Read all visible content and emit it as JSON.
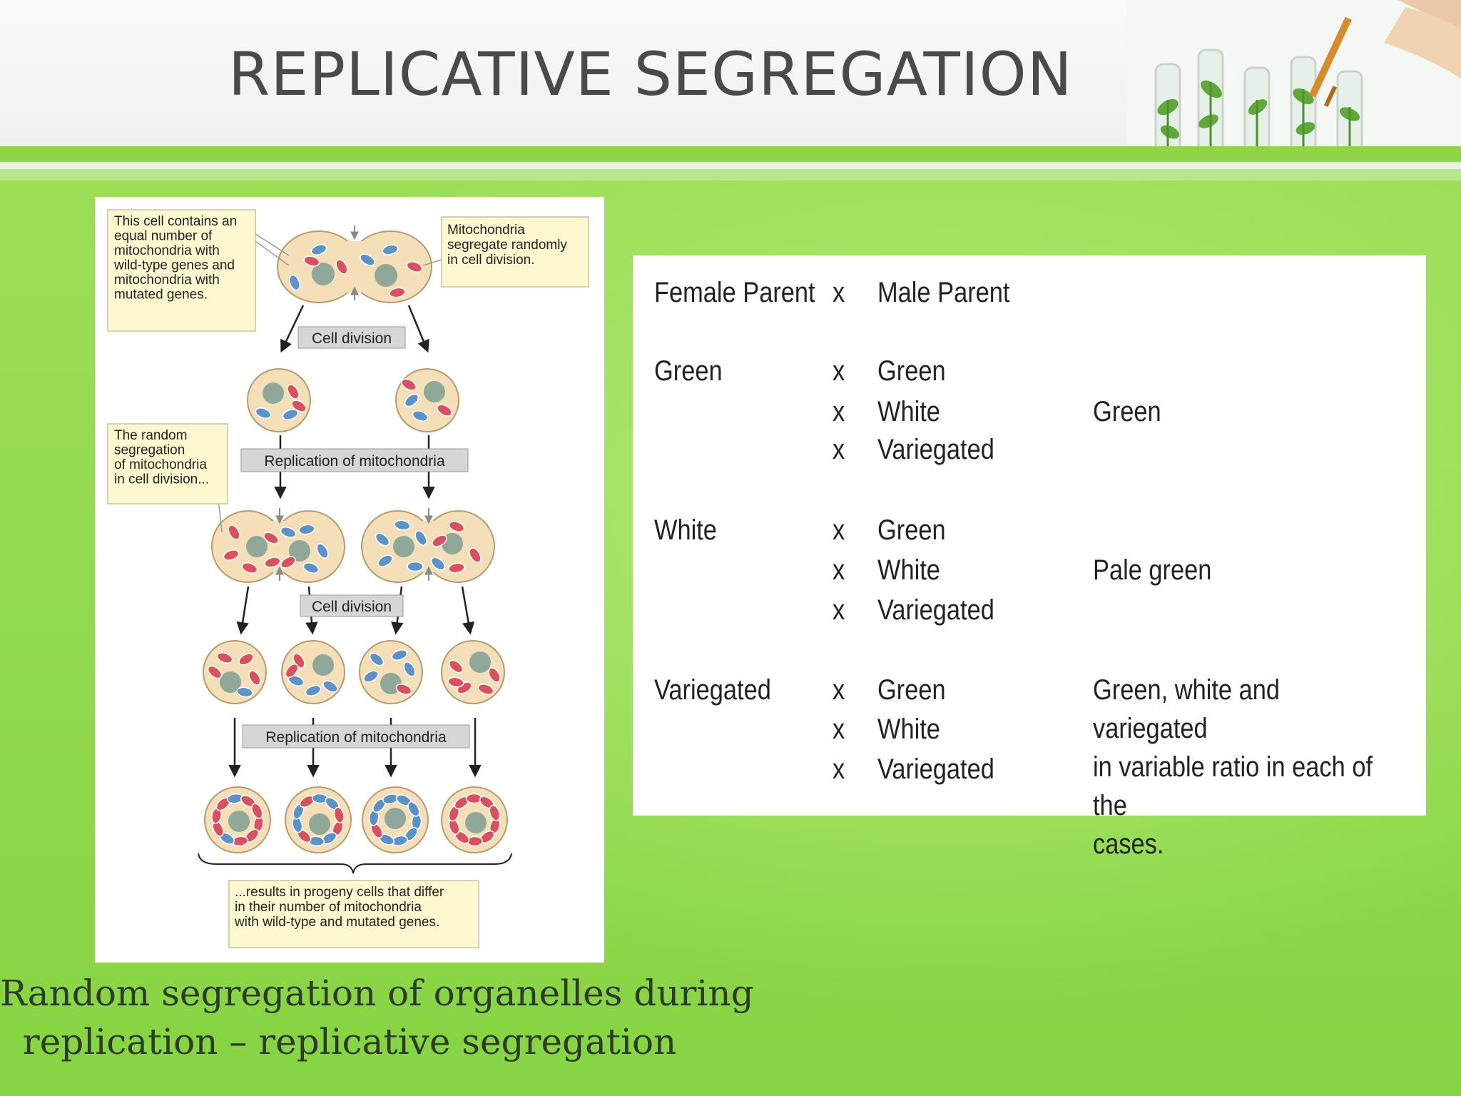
{
  "slide": {
    "title": "REPLICATIVE SEGREGATION",
    "caption_line1": "Random segregation of organelles during",
    "caption_line2": "replication – replicative segregation"
  },
  "figure": {
    "callout_top_left": [
      "This cell contains an",
      "equal number of",
      "mitochondria with",
      "wild-type genes and",
      "mitochondria with",
      "mutated genes."
    ],
    "callout_top_right": [
      "Mitochondria",
      "segregate randomly",
      "in cell division."
    ],
    "callout_mid_left": [
      "The random",
      "segregation",
      "of mitochondria",
      "in cell division..."
    ],
    "callout_bottom": [
      "...results in progeny cells that differ",
      "in their number of mitochondria",
      "with wild-type and mutated genes."
    ],
    "label_cell_division_1": "Cell division",
    "label_replication_1": "Replication of mitochondria",
    "label_cell_division_2": "Cell division",
    "label_replication_2": "Replication of mitochondria"
  },
  "cross_table": {
    "header": {
      "female": "Female Parent",
      "x": "x",
      "male": "Male Parent"
    },
    "groups": [
      {
        "female": "Green",
        "males": [
          "Green",
          "White",
          "Variegated"
        ],
        "result": [
          "Green"
        ]
      },
      {
        "female": "White",
        "males": [
          "Green",
          "White",
          "Variegated"
        ],
        "result": [
          "Pale green"
        ]
      },
      {
        "female": "Variegated",
        "males": [
          "Green",
          "White",
          "Variegated"
        ],
        "result": [
          "Green, white and variegated",
          "in variable ratio in each of the",
          "cases."
        ]
      }
    ],
    "cross_symbol": "x"
  },
  "colors": {
    "wild_type_mito": "#5b93c8",
    "mutant_mito": "#d9505e",
    "cell_fill": "#f5dfb8",
    "nucleus": "#8fa89a",
    "callout_fill": "#fdf8d0"
  }
}
